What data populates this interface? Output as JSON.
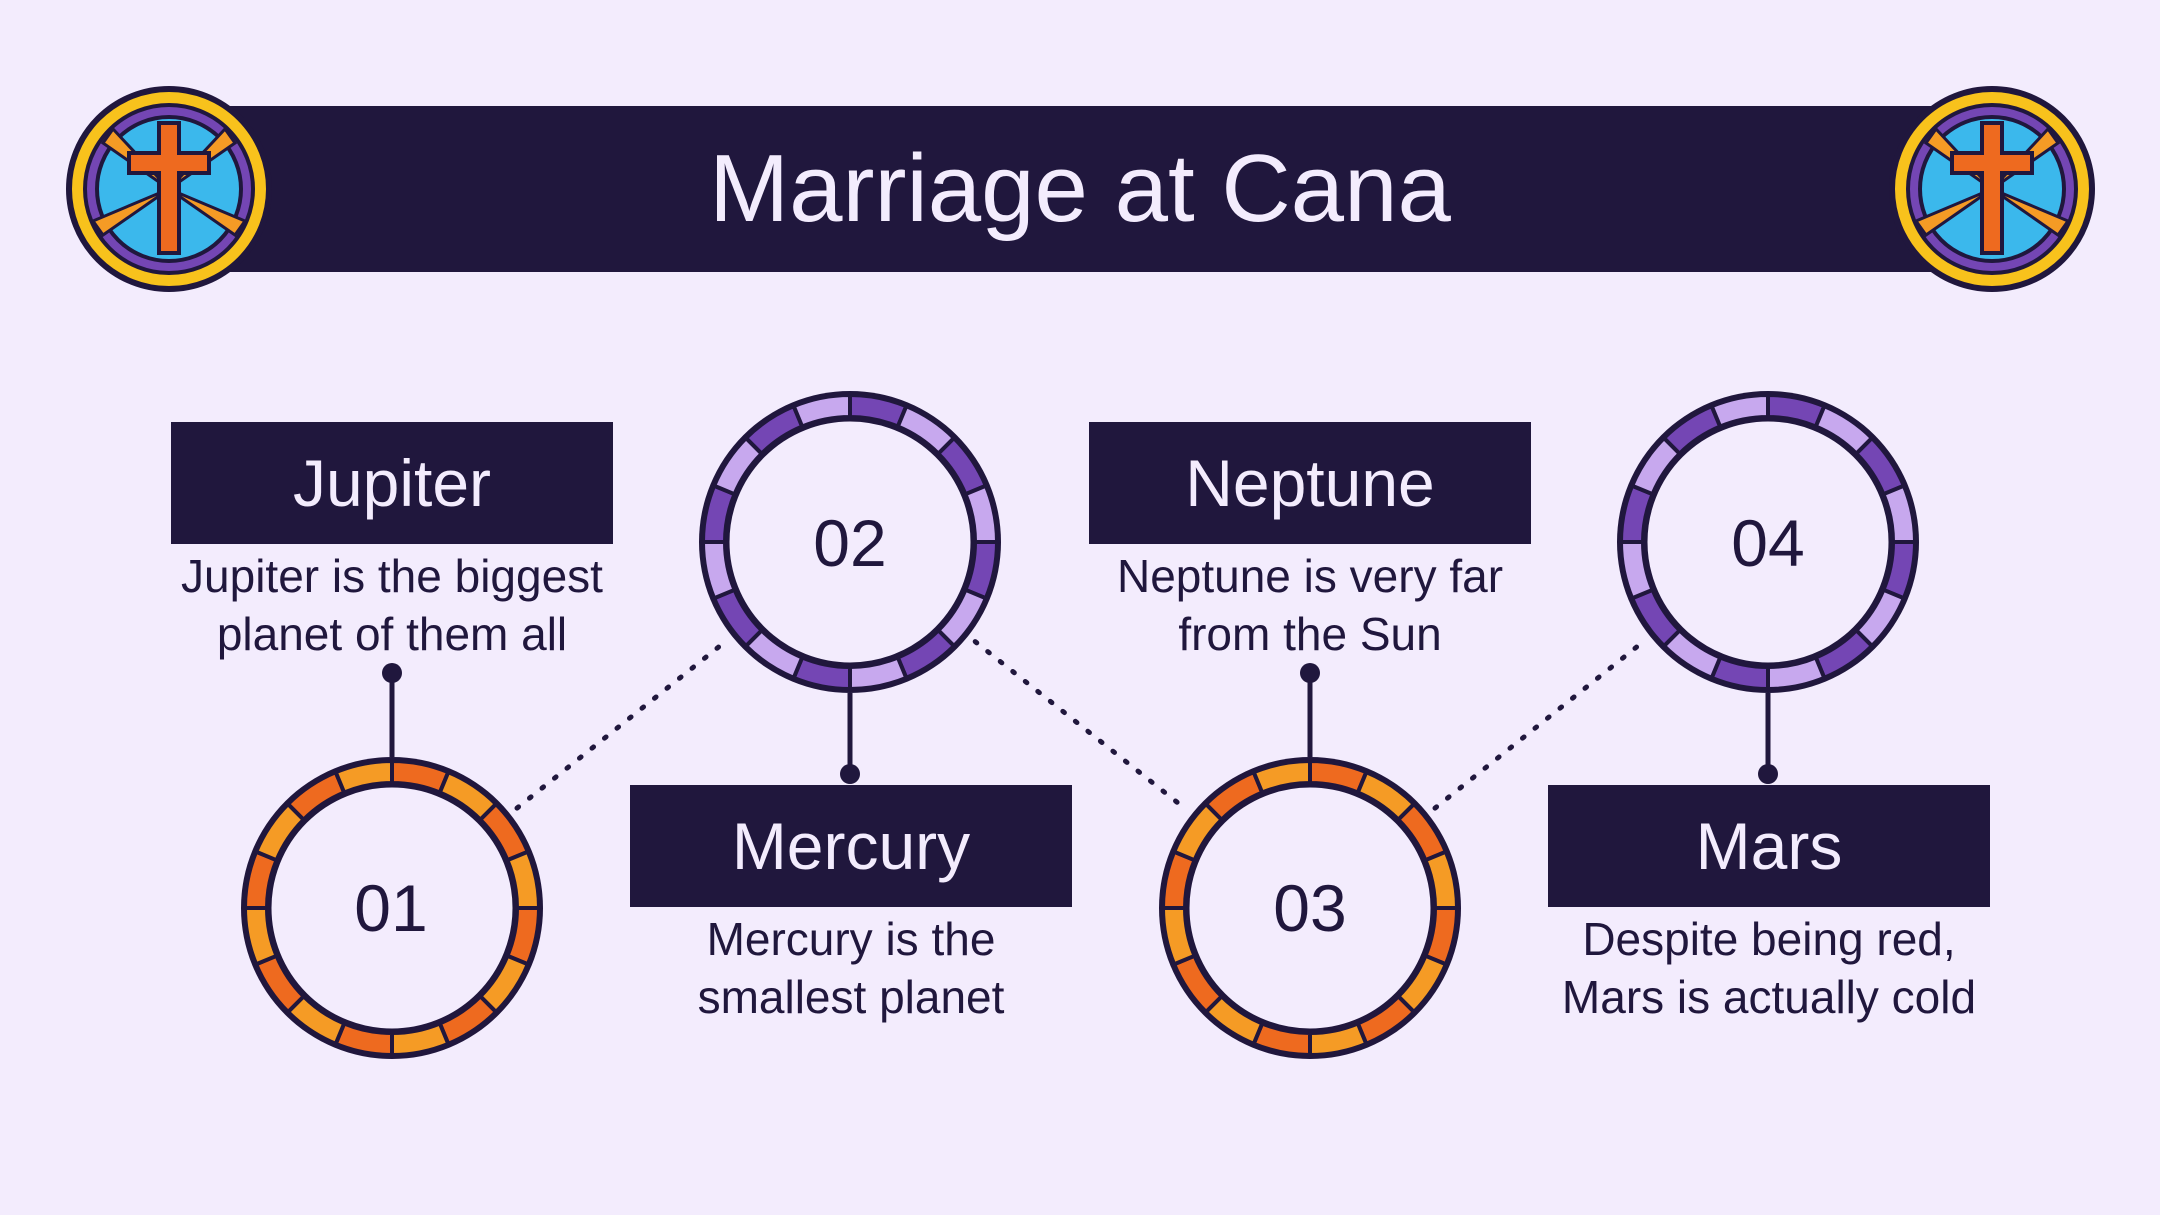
{
  "title": "Marriage at Cana",
  "colors": {
    "background": "#f3ecfd",
    "dark": "#20173d",
    "orange_ring": [
      "#ee6a1f",
      "#f59b25"
    ],
    "purple_ring": [
      "#7446b4",
      "#c7a8ee"
    ]
  },
  "icons": {
    "medallion": "stained-glass-cross-icon"
  },
  "items": [
    {
      "number": "01",
      "label": "Jupiter",
      "description": "Jupiter is the biggest planet of them all",
      "ring": "orange"
    },
    {
      "number": "02",
      "label": "Mercury",
      "description": "Mercury is the smallest planet",
      "ring": "purple"
    },
    {
      "number": "03",
      "label": "Neptune",
      "description": "Neptune is very far from the Sun",
      "ring": "orange"
    },
    {
      "number": "04",
      "label": "Mars",
      "description": "Despite being red, Mars is actually cold",
      "ring": "purple"
    }
  ]
}
